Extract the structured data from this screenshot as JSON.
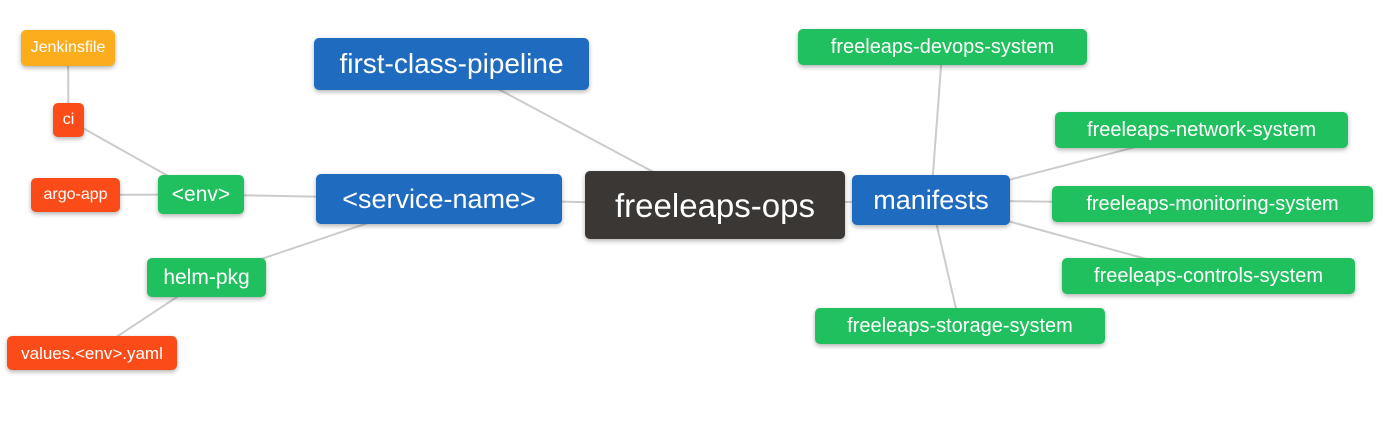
{
  "page": {
    "background": "#ffffff"
  },
  "colors": {
    "blue": "#1f6bbf",
    "green": "#21c05f",
    "red": "#fa4b19",
    "amber": "#fbad1c",
    "dark": "#3b3734",
    "edge": "#cccccc",
    "node_text": "#ffffff"
  },
  "diagram": {
    "type": "mindmap",
    "root": "freeleaps-ops",
    "nodes": [
      {
        "id": "jenkinsfile",
        "label": "Jenkinsfile",
        "color": "amber"
      },
      {
        "id": "ci",
        "label": "ci",
        "color": "red"
      },
      {
        "id": "argo-app",
        "label": "argo-app",
        "color": "red"
      },
      {
        "id": "env",
        "label": "<env>",
        "color": "green"
      },
      {
        "id": "helm-pkg",
        "label": "helm-pkg",
        "color": "green"
      },
      {
        "id": "values-env-yaml",
        "label": "values.<env>.yaml",
        "color": "red"
      },
      {
        "id": "first-class-pipeline",
        "label": "first-class-pipeline",
        "color": "blue"
      },
      {
        "id": "service-name",
        "label": "<service-name>",
        "color": "blue"
      },
      {
        "id": "freeleaps-ops",
        "label": "freeleaps-ops",
        "color": "dark"
      },
      {
        "id": "manifests",
        "label": "manifests",
        "color": "blue"
      },
      {
        "id": "freeleaps-devops-system",
        "label": "freeleaps-devops-system",
        "color": "green"
      },
      {
        "id": "freeleaps-network-system",
        "label": "freeleaps-network-system",
        "color": "green"
      },
      {
        "id": "freeleaps-monitoring-system",
        "label": "freeleaps-monitoring-system",
        "color": "green"
      },
      {
        "id": "freeleaps-controls-system",
        "label": "freeleaps-controls-system",
        "color": "green"
      },
      {
        "id": "freeleaps-storage-system",
        "label": "freeleaps-storage-system",
        "color": "green"
      }
    ],
    "edges": [
      [
        "jenkinsfile",
        "ci"
      ],
      [
        "ci",
        "env"
      ],
      [
        "argo-app",
        "env"
      ],
      [
        "env",
        "service-name"
      ],
      [
        "helm-pkg",
        "service-name"
      ],
      [
        "helm-pkg",
        "values-env-yaml"
      ],
      [
        "service-name",
        "freeleaps-ops"
      ],
      [
        "first-class-pipeline",
        "freeleaps-ops"
      ],
      [
        "freeleaps-ops",
        "manifests"
      ],
      [
        "manifests",
        "freeleaps-devops-system"
      ],
      [
        "manifests",
        "freeleaps-network-system"
      ],
      [
        "manifests",
        "freeleaps-monitoring-system"
      ],
      [
        "manifests",
        "freeleaps-controls-system"
      ],
      [
        "manifests",
        "freeleaps-storage-system"
      ]
    ]
  }
}
